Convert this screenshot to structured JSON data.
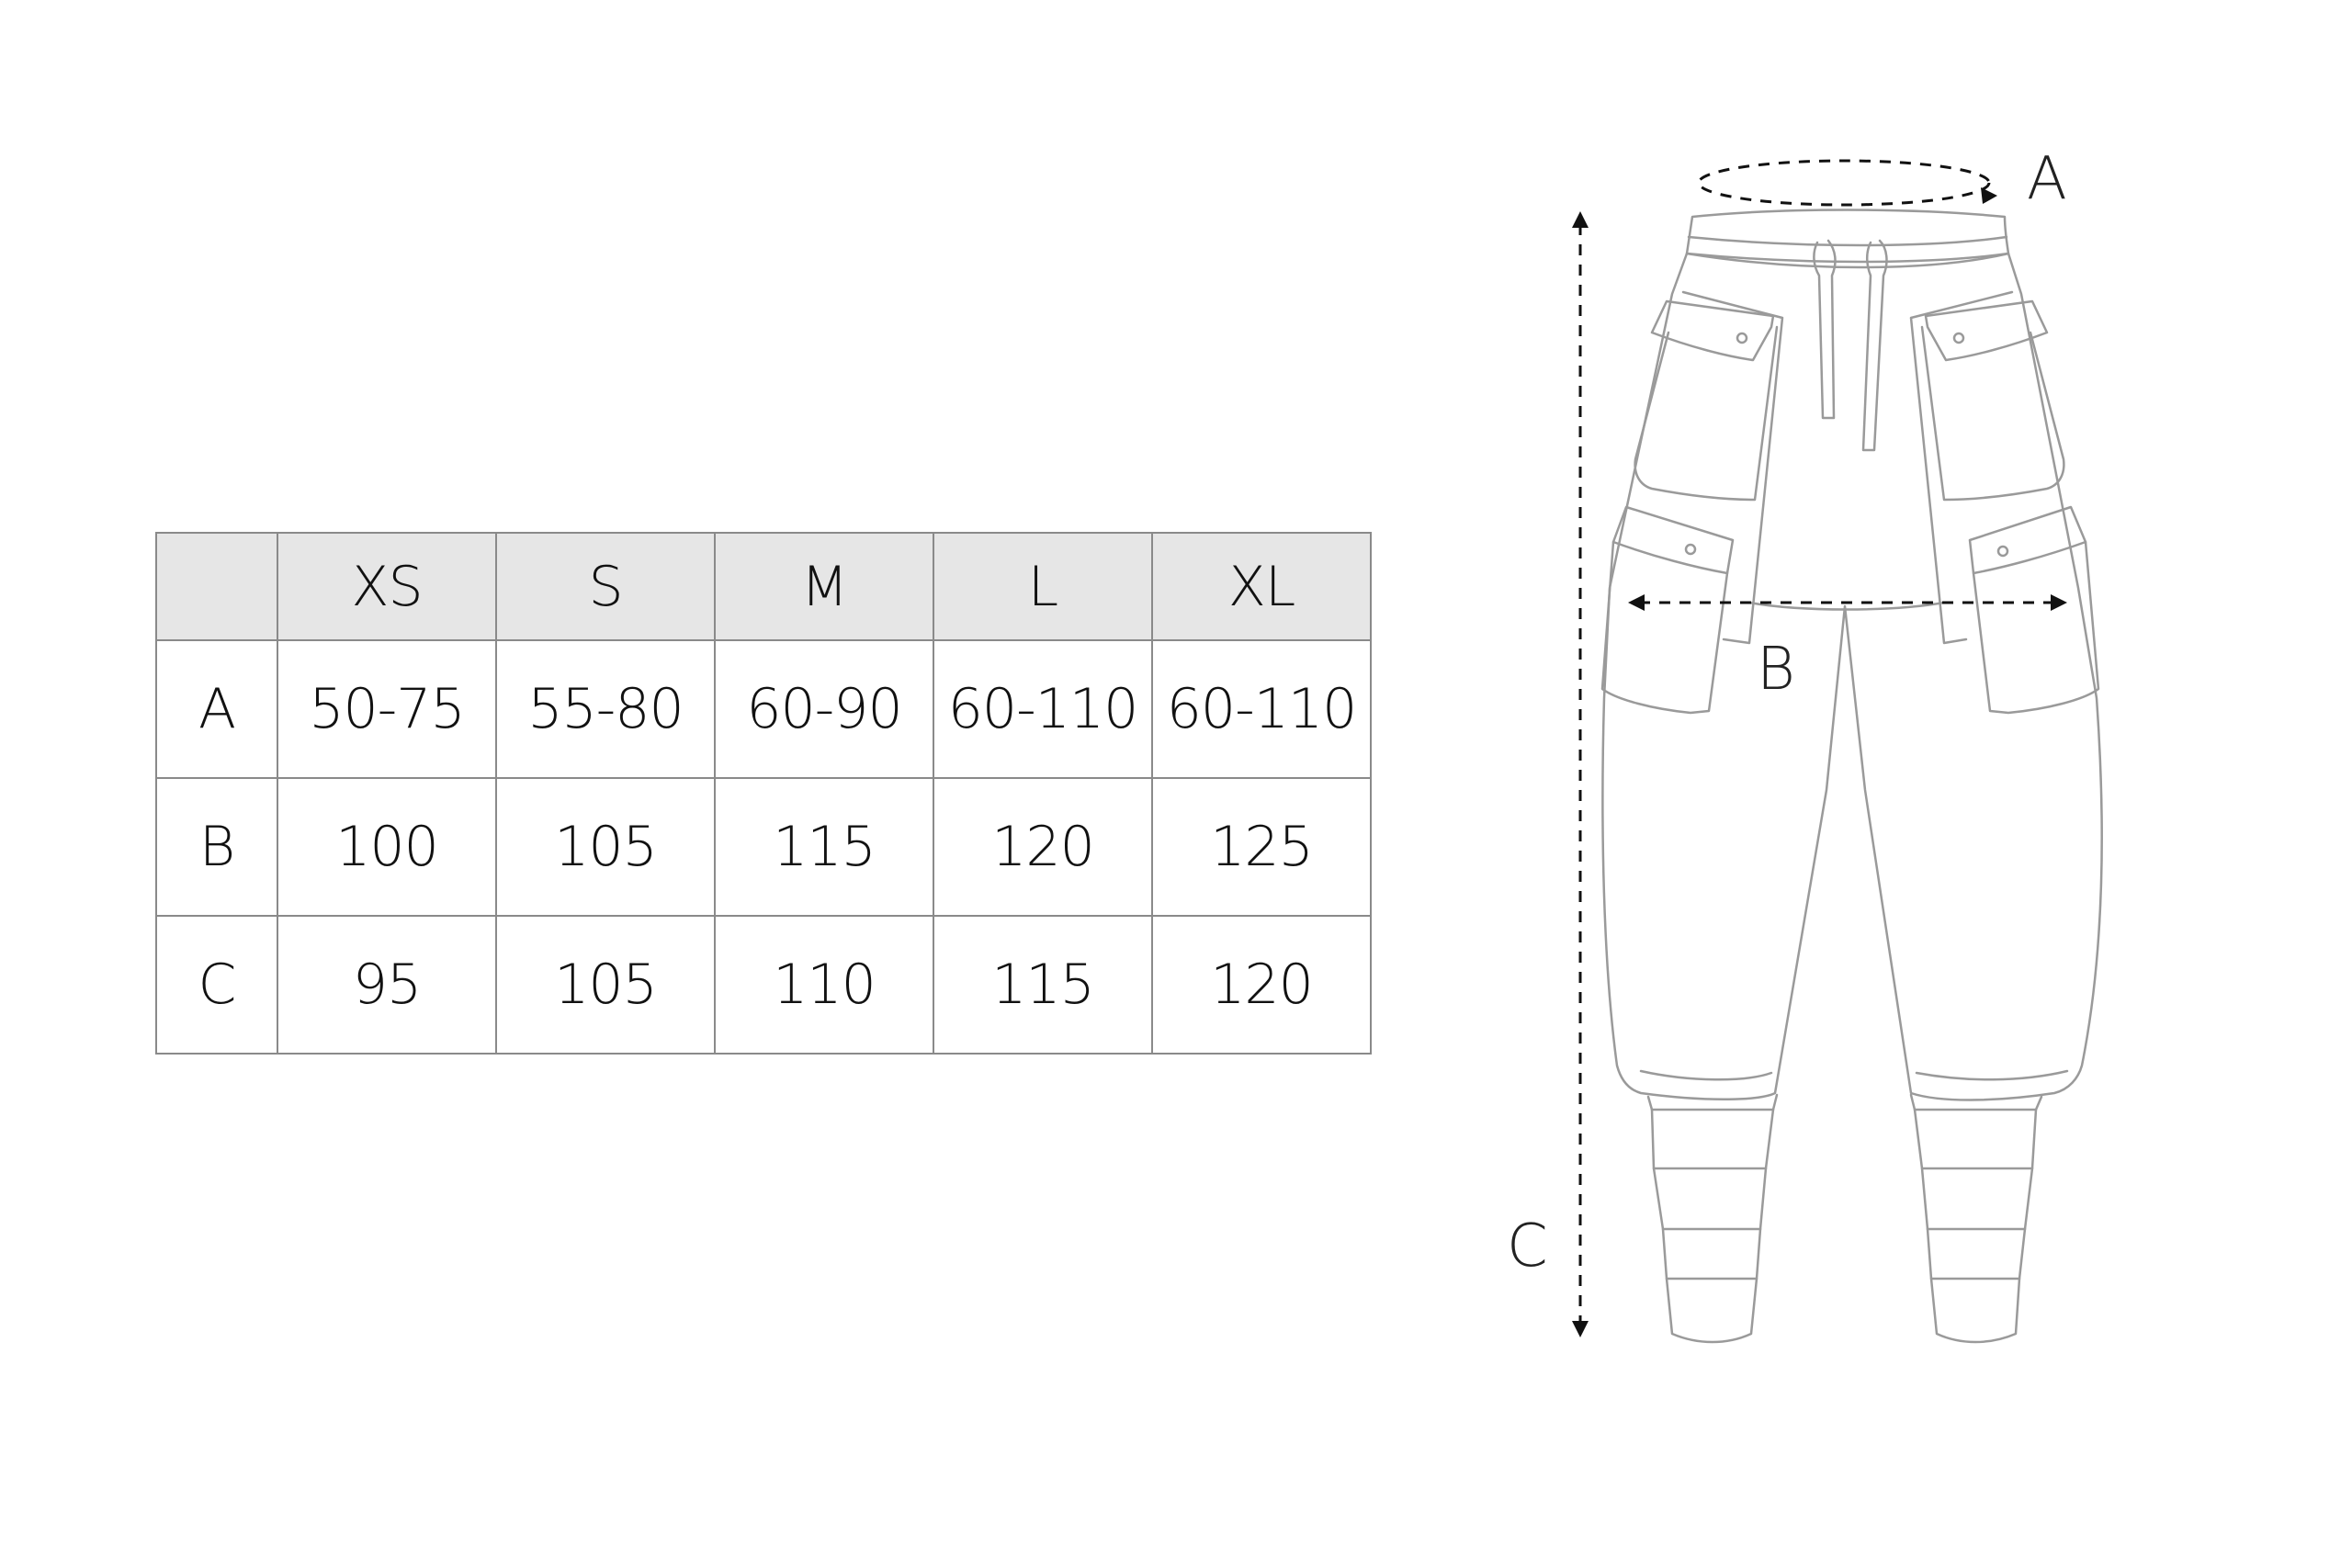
{
  "size_table": {
    "corner": "",
    "sizes": [
      "XS",
      "S",
      "M",
      "L",
      "XL"
    ],
    "rows": [
      {
        "label": "A",
        "values": [
          "50-75",
          "55-80",
          "60-90",
          "60-110",
          "60-110"
        ]
      },
      {
        "label": "B",
        "values": [
          "100",
          "105",
          "115",
          "120",
          "125"
        ]
      },
      {
        "label": "C",
        "values": [
          "95",
          "105",
          "110",
          "115",
          "120"
        ]
      }
    ]
  },
  "diagram": {
    "labels": {
      "waist": "A",
      "hip": "B",
      "length": "C"
    }
  },
  "colors": {
    "header_background": "#e6e6e6",
    "grid_line": "#8a8a8a",
    "garment_outline": "#9a9a9a",
    "measure_line": "#111111"
  }
}
